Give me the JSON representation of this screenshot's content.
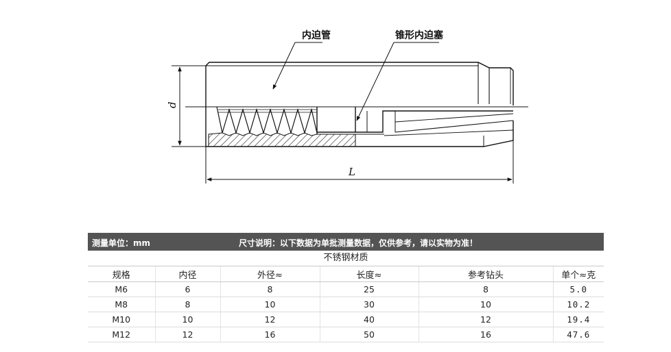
{
  "drawing": {
    "labels": {
      "inner_tube": "内迫管",
      "tapered_plug": "锥形内迫塞",
      "diameter": "d",
      "length": "L"
    }
  },
  "header": {
    "unit": "测量单位：mm",
    "note": "尺寸说明：以下数据为单批测量数据，仅供参考，请以实物为准！"
  },
  "table": {
    "material": "不锈钢材质",
    "columns": [
      "规格",
      "内径",
      "外径≈",
      "长度≈",
      "参考钻头",
      "单个≈克"
    ],
    "rows": [
      [
        "M6",
        "6",
        "8",
        "25",
        "8",
        "5.0"
      ],
      [
        "M8",
        "8",
        "10",
        "30",
        "10",
        "10.2"
      ],
      [
        "M10",
        "10",
        "12",
        "40",
        "12",
        "19.4"
      ],
      [
        "M12",
        "12",
        "16",
        "50",
        "16",
        "47.6"
      ]
    ]
  }
}
